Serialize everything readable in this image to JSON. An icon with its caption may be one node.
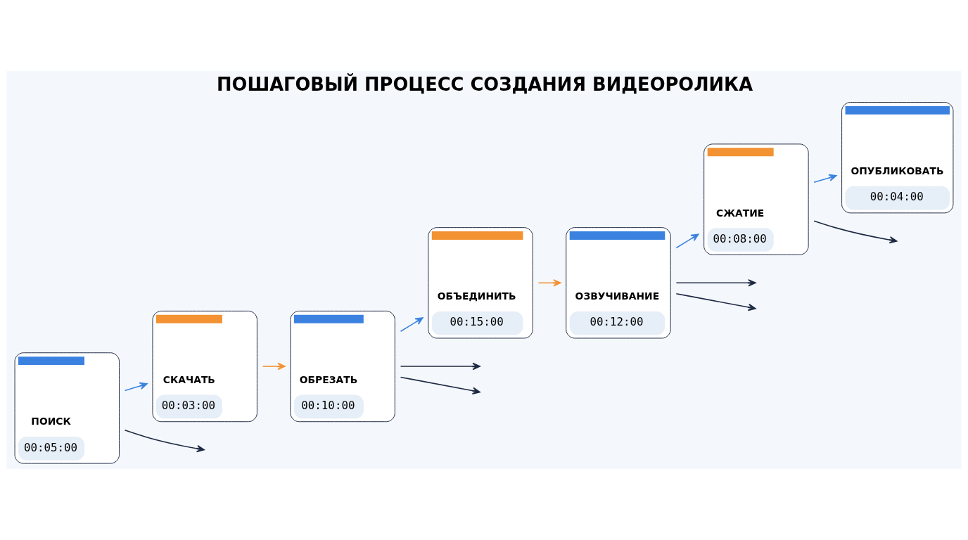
{
  "diagram": {
    "title": "ПОШАГОВЫЙ ПРОЦЕСС СОЗДАНИЯ ВИДЕОРОЛИКА",
    "nodes": [
      {
        "text": [
          "ПОИСК",
          "00:05:00"
        ]
      },
      {
        "text": [
          "СКАЧАТЬ",
          "00:03:00"
        ]
      },
      {
        "text": [
          "ОБРЕЗАТЬ",
          "00:10:00"
        ]
      },
      {
        "text": [
          "ОБЪЕДИНИТЬ",
          "00:15:00"
        ]
      },
      {
        "text": [
          "ОЗВУЧИВАНИЕ",
          "00:12:00"
        ]
      },
      {
        "text": [
          "СЖАТИЕ",
          "00:08:00"
        ]
      },
      {
        "text": [
          "ОПУБЛИКОВАТЬ",
          "00:04:00"
        ]
      }
    ],
    "edges": [
      {
        "from": 0,
        "to": 1,
        "arrow": "to",
        "color": "#3b82e0"
      },
      {
        "from": 1,
        "to": 2,
        "arrow": "to",
        "color": "#f39233"
      },
      {
        "from": 2,
        "to": 3,
        "arrow": "to",
        "color": "#3b82e0"
      },
      {
        "from": 3,
        "to": 4,
        "arrow": "to",
        "color": "#f39233"
      },
      {
        "from": 4,
        "to": 5,
        "arrow": "to",
        "color": "#3b82e0"
      },
      {
        "from": 5,
        "to": 6,
        "arrow": "to",
        "color": "#3b82e0"
      },
      {
        "from": 0,
        "to": null,
        "arrow": "to"
      },
      {
        "from": 2,
        "to": null,
        "arrow": "to"
      },
      {
        "from": 2,
        "to": null,
        "arrow": "to"
      },
      {
        "from": 4,
        "to": null,
        "arrow": "to"
      },
      {
        "from": 4,
        "to": null,
        "arrow": "to"
      },
      {
        "from": 5,
        "to": null,
        "arrow": "to"
      }
    ]
  }
}
